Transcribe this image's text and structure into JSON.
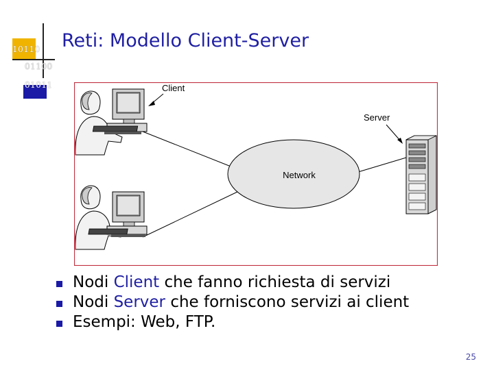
{
  "logo": {
    "bits_1": "10110",
    "bits_2": "01100",
    "bits_3": "01011"
  },
  "title": "Reti: Modello Client-Server",
  "diagram": {
    "client_label": "Client",
    "server_label": "Server",
    "network_label": "Network"
  },
  "bullets": [
    {
      "prefix": "Nodi ",
      "highlight": "Client",
      "suffix": " che fanno richiesta di servizi"
    },
    {
      "prefix": "Nodi ",
      "highlight": "Server",
      "suffix": " che forniscono servizi ai client"
    },
    {
      "prefix": "Esempi: Web, FTP.",
      "highlight": "",
      "suffix": ""
    }
  ],
  "page_number": "25",
  "colors": {
    "title": "#1f1fa3",
    "bullet": "#1a1aa6",
    "frame": "#c03040",
    "network_fill": "#e6e6e6",
    "logo_yellow": "#f0b400"
  }
}
